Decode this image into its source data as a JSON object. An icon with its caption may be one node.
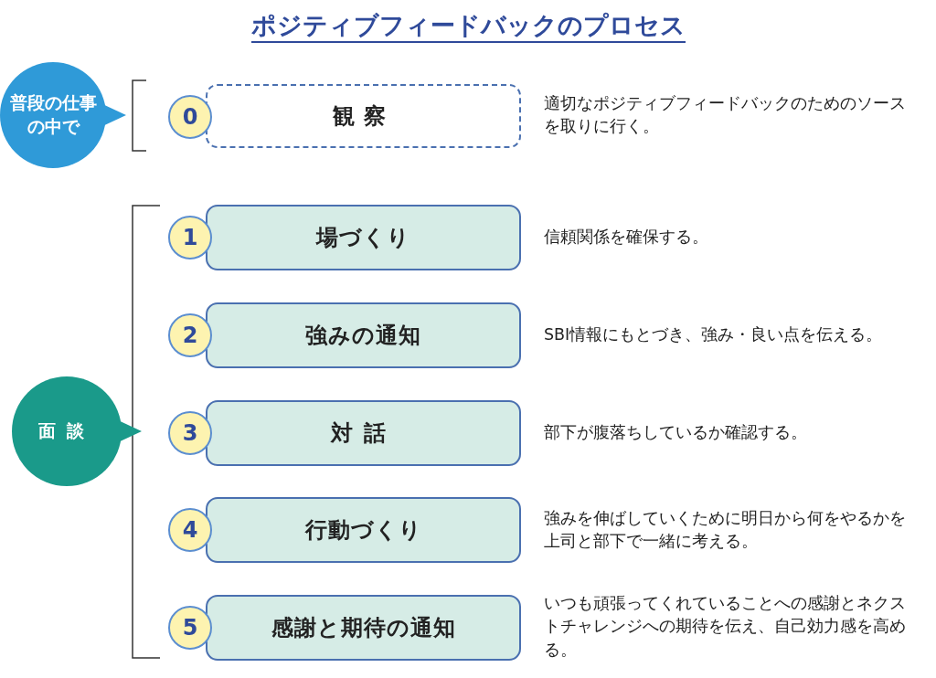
{
  "diagram": {
    "title": "ポジティブフィードバックのプロセス",
    "nodes": [
      {
        "text": [
          "普段の仕事の中で"
        ]
      },
      {
        "text": [
          "0"
        ]
      },
      {
        "text": [
          "観察"
        ],
        "beside": [
          "適切なポジティブフィードバックのためのソースを取りに行く。"
        ]
      },
      {
        "text": [
          "面談"
        ]
      },
      {
        "text": [
          "1"
        ]
      },
      {
        "text": [
          "場づくり"
        ],
        "beside": [
          "信頼関係を確保する。"
        ]
      },
      {
        "text": [
          "2"
        ]
      },
      {
        "text": [
          "強みの通知"
        ],
        "beside": [
          "SBI情報にもとづき、強み・良い点を伝える。"
        ]
      },
      {
        "text": [
          "3"
        ]
      },
      {
        "text": [
          "対話"
        ],
        "beside": [
          "部下が腹落ちしているか確認する。"
        ]
      },
      {
        "text": [
          "4"
        ]
      },
      {
        "text": [
          "行動づくり"
        ],
        "beside": [
          "強みを伸ばしていくために明日から何をやるかを上司と部下で一緒に考える。"
        ]
      },
      {
        "text": [
          "5"
        ]
      },
      {
        "text": [
          "感謝と期待の通知"
        ],
        "beside": [
          "いつも頑張ってくれていることへの感謝とネクストチャレンジへの期待を伝え、自己効力感を高める。"
        ]
      }
    ]
  }
}
